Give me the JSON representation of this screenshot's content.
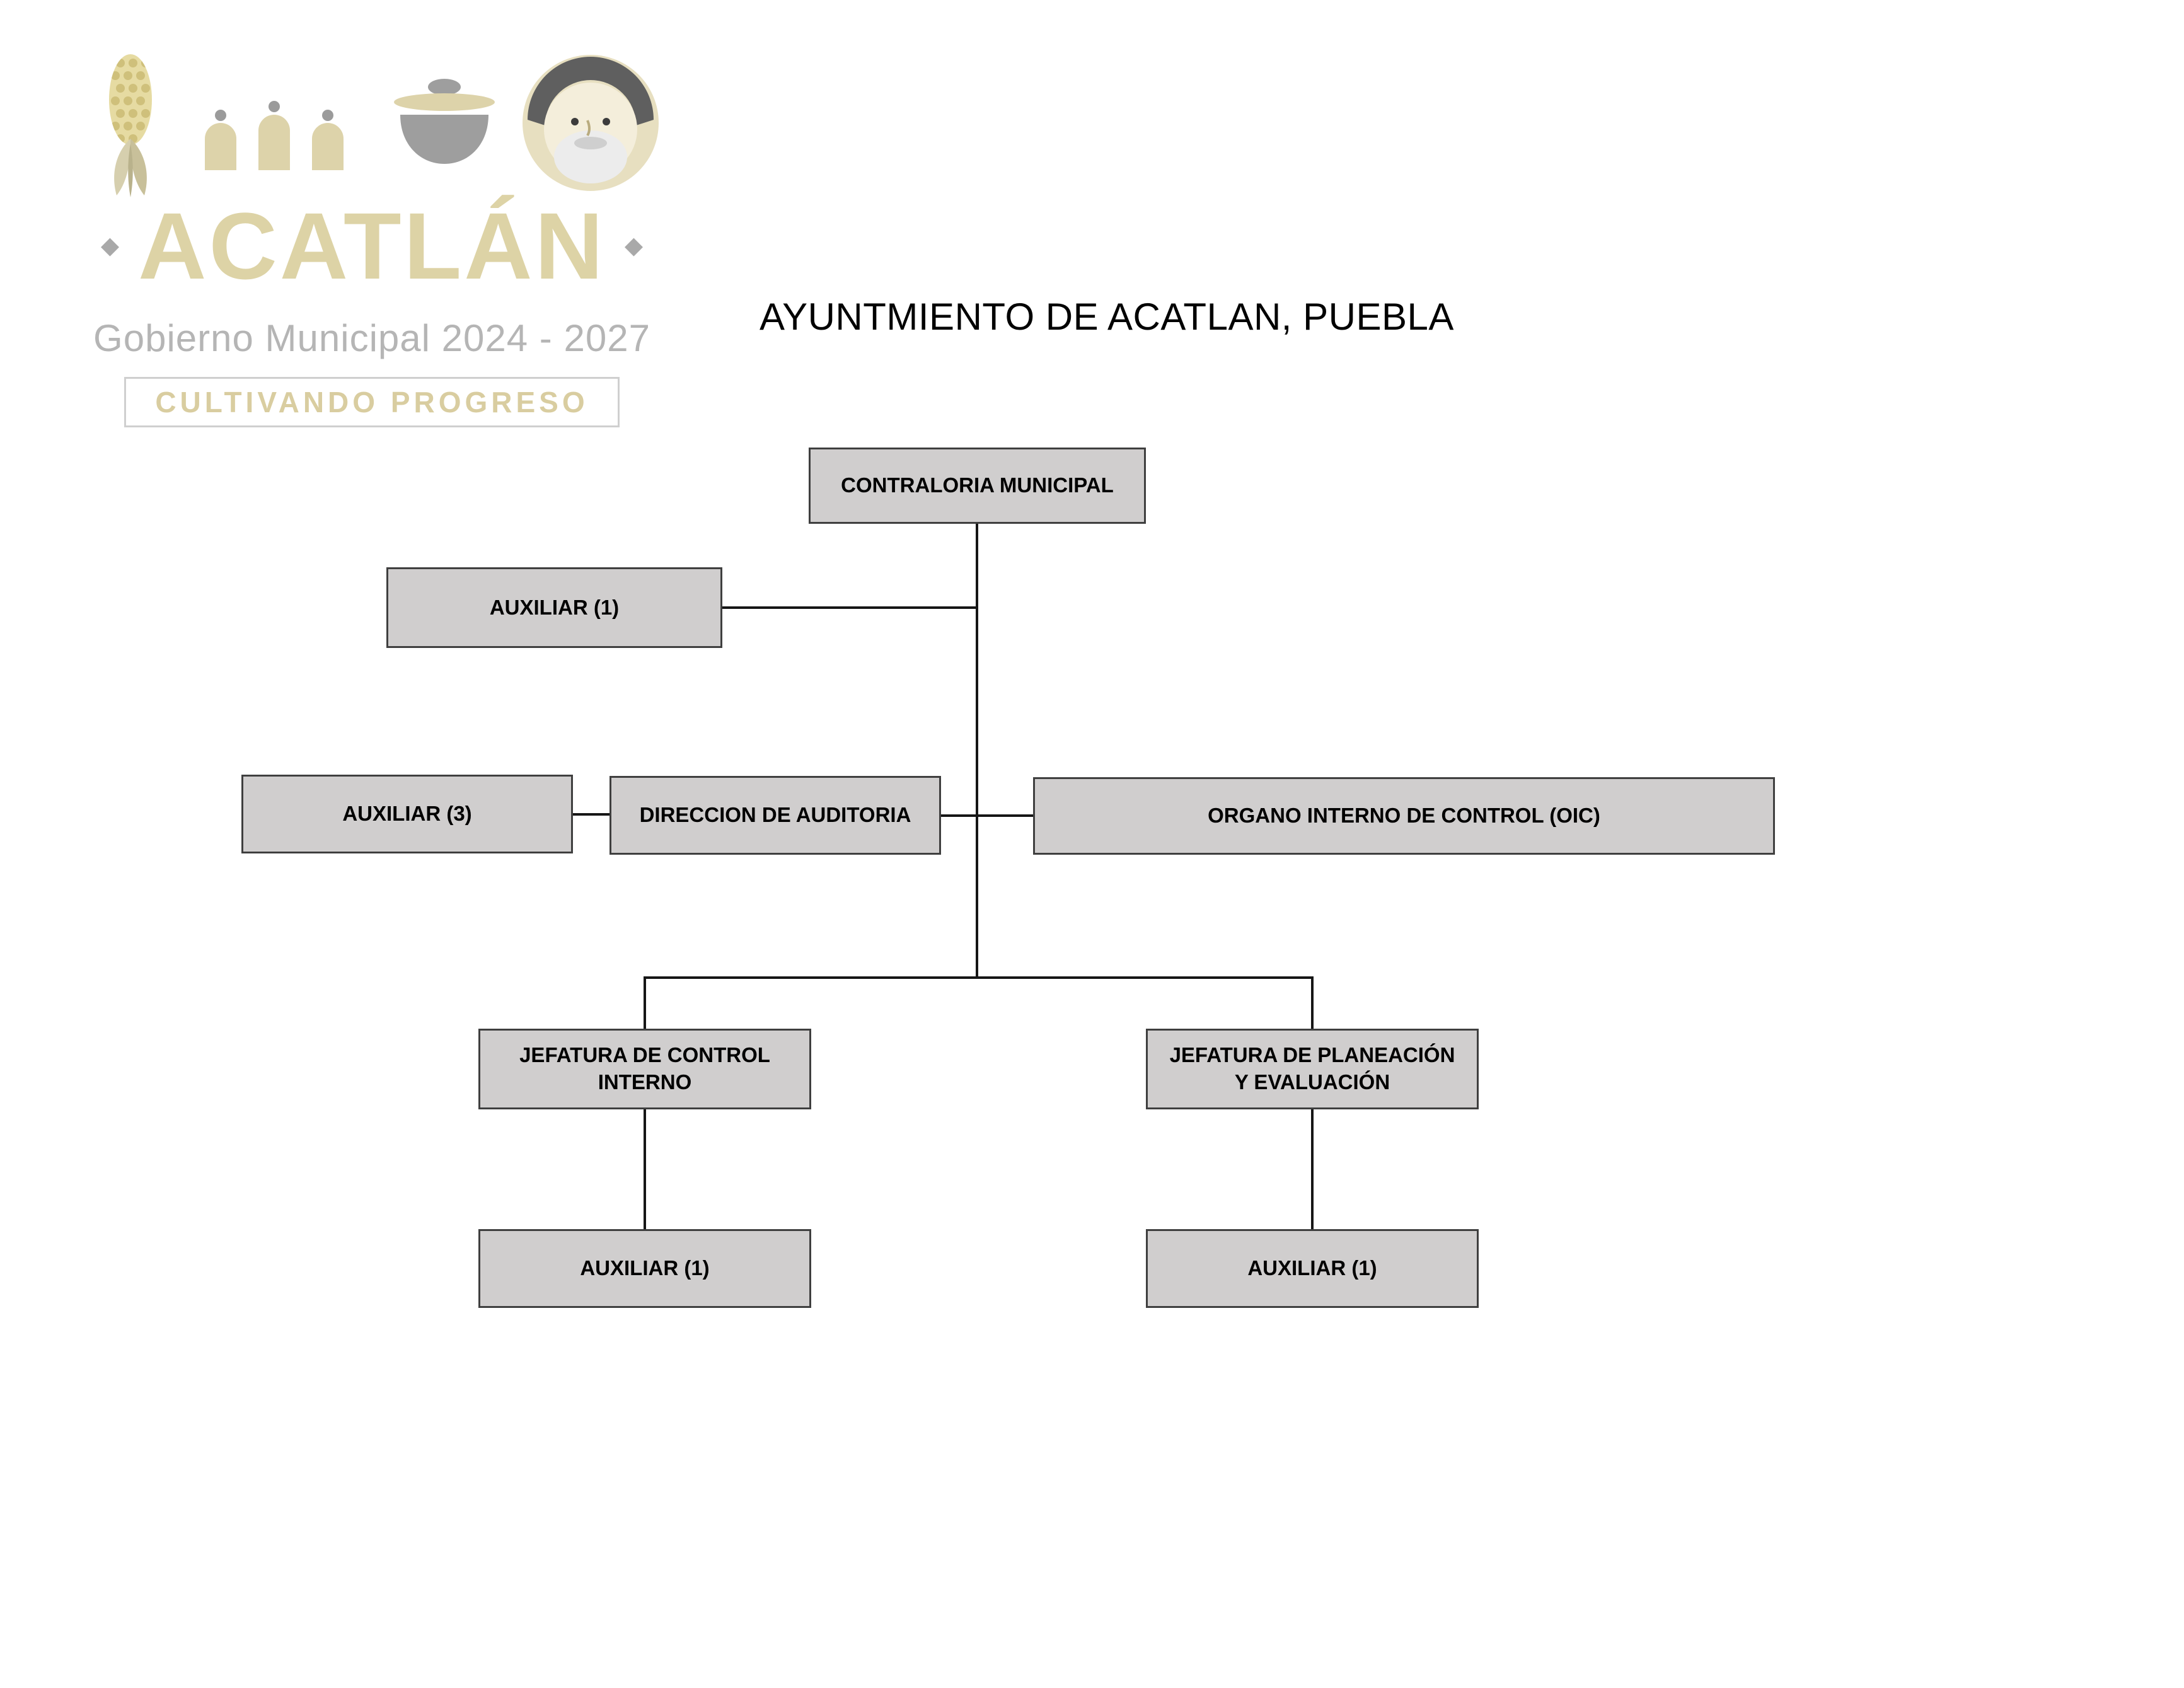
{
  "header": {
    "title": "AYUNTMIENTO DE ACATLAN, PUEBLA"
  },
  "logo": {
    "city_name": "ACATLÁN",
    "government_line": "Gobierno Municipal 2024 - 2027",
    "slogan": "CULTIVANDO PROGRESO",
    "diamond_glyph": "◆",
    "icons": [
      "corn-icon",
      "church-arches-icon",
      "pot-icon",
      "face-emblem-icon"
    ],
    "colors": {
      "beige": "#ddd3a6",
      "gray": "#b5b5b5"
    }
  },
  "org_chart": {
    "nodes": {
      "contraloria": {
        "label": "CONTRALORIA MUNICIPAL"
      },
      "auxiliar_contraloria": {
        "label": "AUXILIAR (1)"
      },
      "auxiliar_auditoria": {
        "label": "AUXILIAR (3)"
      },
      "direccion_auditoria": {
        "label": "DIRECCION DE AUDITORIA"
      },
      "organo_interno": {
        "label": "ORGANO INTERNO DE CONTROL (OIC)"
      },
      "jefatura_control_interno": {
        "label": "JEFATURA DE CONTROL INTERNO"
      },
      "jefatura_planeacion": {
        "label": "JEFATURA DE PLANEACIÓN Y EVALUACIÓN"
      },
      "auxiliar_control_interno": {
        "label": "AUXILIAR (1)"
      },
      "auxiliar_planeacion": {
        "label": "AUXILIAR (1)"
      }
    },
    "edges": [
      {
        "from": "contraloria",
        "to": "auxiliar_contraloria"
      },
      {
        "from": "contraloria",
        "to": "direccion_auditoria"
      },
      {
        "from": "contraloria",
        "to": "organo_interno"
      },
      {
        "from": "direccion_auditoria",
        "to": "auxiliar_auditoria"
      },
      {
        "from": "contraloria",
        "to": "jefatura_control_interno"
      },
      {
        "from": "contraloria",
        "to": "jefatura_planeacion"
      },
      {
        "from": "jefatura_control_interno",
        "to": "auxiliar_control_interno"
      },
      {
        "from": "jefatura_planeacion",
        "to": "auxiliar_planeacion"
      }
    ],
    "colors": {
      "box_fill": "#d0cece",
      "box_border": "#3f3f3f",
      "line": "#161616"
    }
  }
}
